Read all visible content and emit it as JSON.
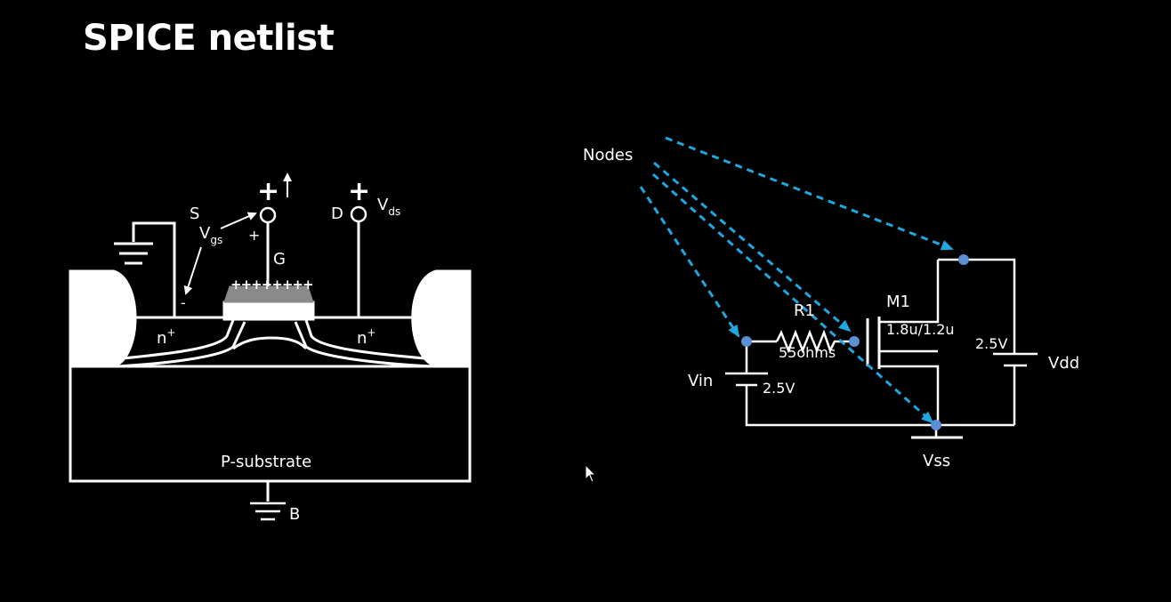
{
  "slide": {
    "title": "SPICE netlist"
  },
  "mosfet_diagram": {
    "source_label": "S",
    "drain_label": "D",
    "gate_label": "G",
    "vgs_label": "V",
    "vgs_sub": "gs",
    "vds_label": "V",
    "vds_sub": "ds",
    "gate_plus": "+",
    "drain_plus": "+",
    "vgs_plus": "+",
    "vgs_minus": "-",
    "gate_charges": "++++++++",
    "n_left": "n",
    "n_right": "n",
    "n_sup": "+",
    "substrate_label": "P-substrate",
    "body_label": "B"
  },
  "circuit": {
    "nodes_label": "Nodes",
    "r1_label": "R1",
    "r1_value": "55ohms",
    "m1_label": "M1",
    "m1_size": "1.8u/1.2u",
    "vin_label": "Vin",
    "vin_value": "2.5V",
    "vdd_label": "Vdd",
    "vdd_value": "2.5V",
    "vss_label": "Vss",
    "node_color": "#5b8fd6",
    "arrow_color": "#1fa7e0"
  }
}
